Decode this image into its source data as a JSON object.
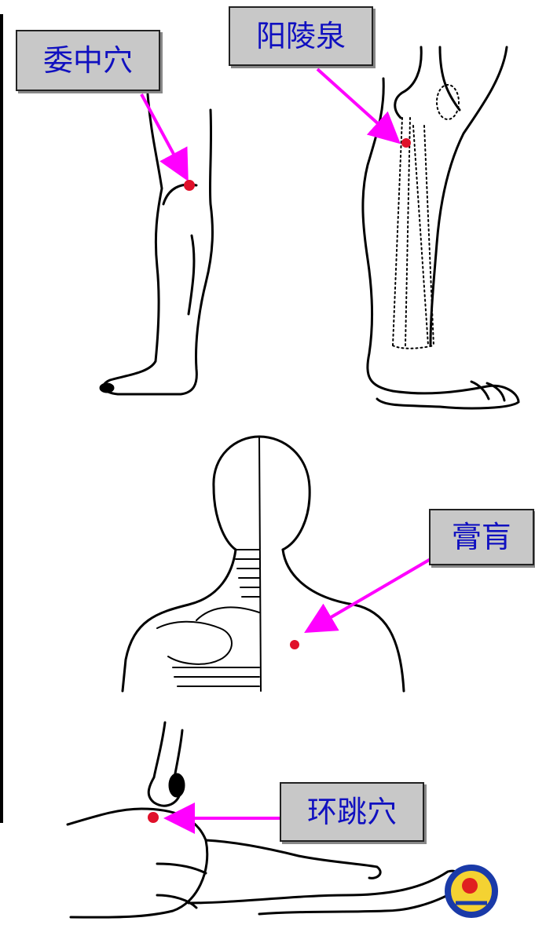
{
  "acupoints": [
    {
      "id": "weizhong",
      "label": "委中穴"
    },
    {
      "id": "yanglingquan",
      "label": "阳陵泉"
    },
    {
      "id": "gaohuang",
      "label": "膏肓"
    },
    {
      "id": "huantiao",
      "label": "环跳穴"
    }
  ],
  "colors": {
    "label_text": "#1010c0",
    "label_bg": "#c8c8c8",
    "arrow": "#ff00ff",
    "point": "#e0102a",
    "line_art": "#000000"
  }
}
